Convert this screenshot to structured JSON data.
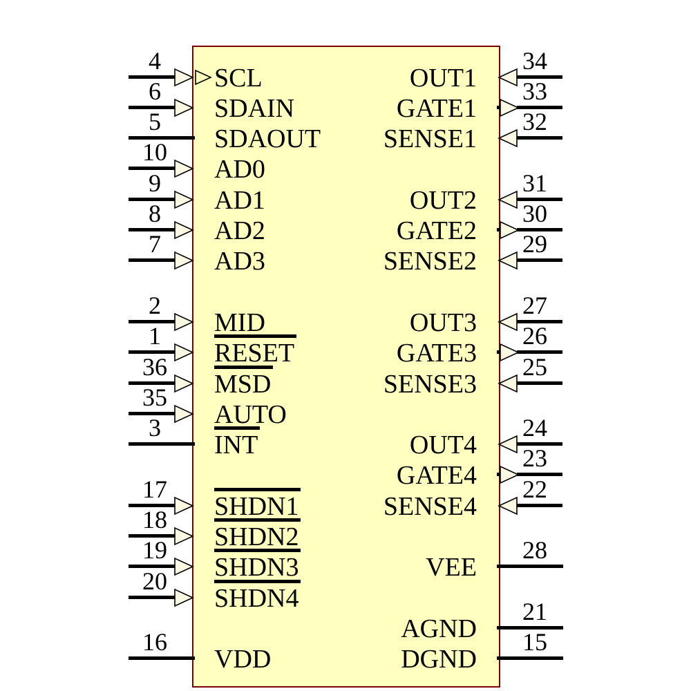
{
  "component": {
    "kind": "ic-schematic-symbol",
    "colors": {
      "body_fill": "#FFFFC0",
      "body_border": "#7A0202",
      "wire": "#000000",
      "arrow_fill": "#FBF8E4"
    },
    "pins": {
      "left": [
        {
          "number": "4",
          "label": "SCL",
          "row": 0,
          "arrow": "input-double",
          "overline": false
        },
        {
          "number": "6",
          "label": "SDAIN",
          "row": 1,
          "arrow": "input",
          "overline": false
        },
        {
          "number": "5",
          "label": "SDAOUT",
          "row": 2,
          "arrow": "none",
          "overline": false
        },
        {
          "number": "10",
          "label": "AD0",
          "row": 3,
          "arrow": "input",
          "overline": false
        },
        {
          "number": "9",
          "label": "AD1",
          "row": 4,
          "arrow": "input",
          "overline": false
        },
        {
          "number": "8",
          "label": "AD2",
          "row": 5,
          "arrow": "input",
          "overline": false
        },
        {
          "number": "7",
          "label": "AD3",
          "row": 6,
          "arrow": "input",
          "overline": false
        },
        {
          "number": "2",
          "label": "MID",
          "row": 8,
          "arrow": "input",
          "overline": false
        },
        {
          "number": "1",
          "label": "RESET",
          "row": 9,
          "arrow": "input",
          "overline": true
        },
        {
          "number": "36",
          "label": "MSD",
          "row": 10,
          "arrow": "input",
          "overline": true
        },
        {
          "number": "35",
          "label": "AUTO",
          "row": 11,
          "arrow": "input",
          "overline": false
        },
        {
          "number": "3",
          "label": "INT",
          "row": 12,
          "arrow": "none",
          "overline": true
        },
        {
          "number": "17",
          "label": "SHDN1",
          "row": 14,
          "arrow": "input",
          "overline": true
        },
        {
          "number": "18",
          "label": "SHDN2",
          "row": 15,
          "arrow": "input",
          "overline": true
        },
        {
          "number": "19",
          "label": "SHDN3",
          "row": 16,
          "arrow": "input",
          "overline": true
        },
        {
          "number": "20",
          "label": "SHDN4",
          "row": 17,
          "arrow": "input",
          "overline": true
        },
        {
          "number": "16",
          "label": "VDD",
          "row": 19,
          "arrow": "none",
          "overline": false
        }
      ],
      "right": [
        {
          "number": "34",
          "label": "OUT1",
          "row": 0,
          "arrow": "input",
          "overline": false
        },
        {
          "number": "33",
          "label": "GATE1",
          "row": 1,
          "arrow": "output",
          "overline": false
        },
        {
          "number": "32",
          "label": "SENSE1",
          "row": 2,
          "arrow": "input",
          "overline": false
        },
        {
          "number": "31",
          "label": "OUT2",
          "row": 4,
          "arrow": "input",
          "overline": false
        },
        {
          "number": "30",
          "label": "GATE2",
          "row": 5,
          "arrow": "output",
          "overline": false
        },
        {
          "number": "29",
          "label": "SENSE2",
          "row": 6,
          "arrow": "input",
          "overline": false
        },
        {
          "number": "27",
          "label": "OUT3",
          "row": 8,
          "arrow": "input",
          "overline": false
        },
        {
          "number": "26",
          "label": "GATE3",
          "row": 9,
          "arrow": "output",
          "overline": false
        },
        {
          "number": "25",
          "label": "SENSE3",
          "row": 10,
          "arrow": "input",
          "overline": false
        },
        {
          "number": "24",
          "label": "OUT4",
          "row": 12,
          "arrow": "input",
          "overline": false
        },
        {
          "number": "23",
          "label": "GATE4",
          "row": 13,
          "arrow": "output",
          "overline": false
        },
        {
          "number": "22",
          "label": "SENSE4",
          "row": 14,
          "arrow": "input",
          "overline": false
        },
        {
          "number": "28",
          "label": "VEE",
          "row": 16,
          "arrow": "none",
          "overline": false
        },
        {
          "number": "21",
          "label": "AGND",
          "row": 18,
          "arrow": "none",
          "overline": false
        },
        {
          "number": "15",
          "label": "DGND",
          "row": 19,
          "arrow": "none",
          "overline": false
        }
      ]
    }
  }
}
